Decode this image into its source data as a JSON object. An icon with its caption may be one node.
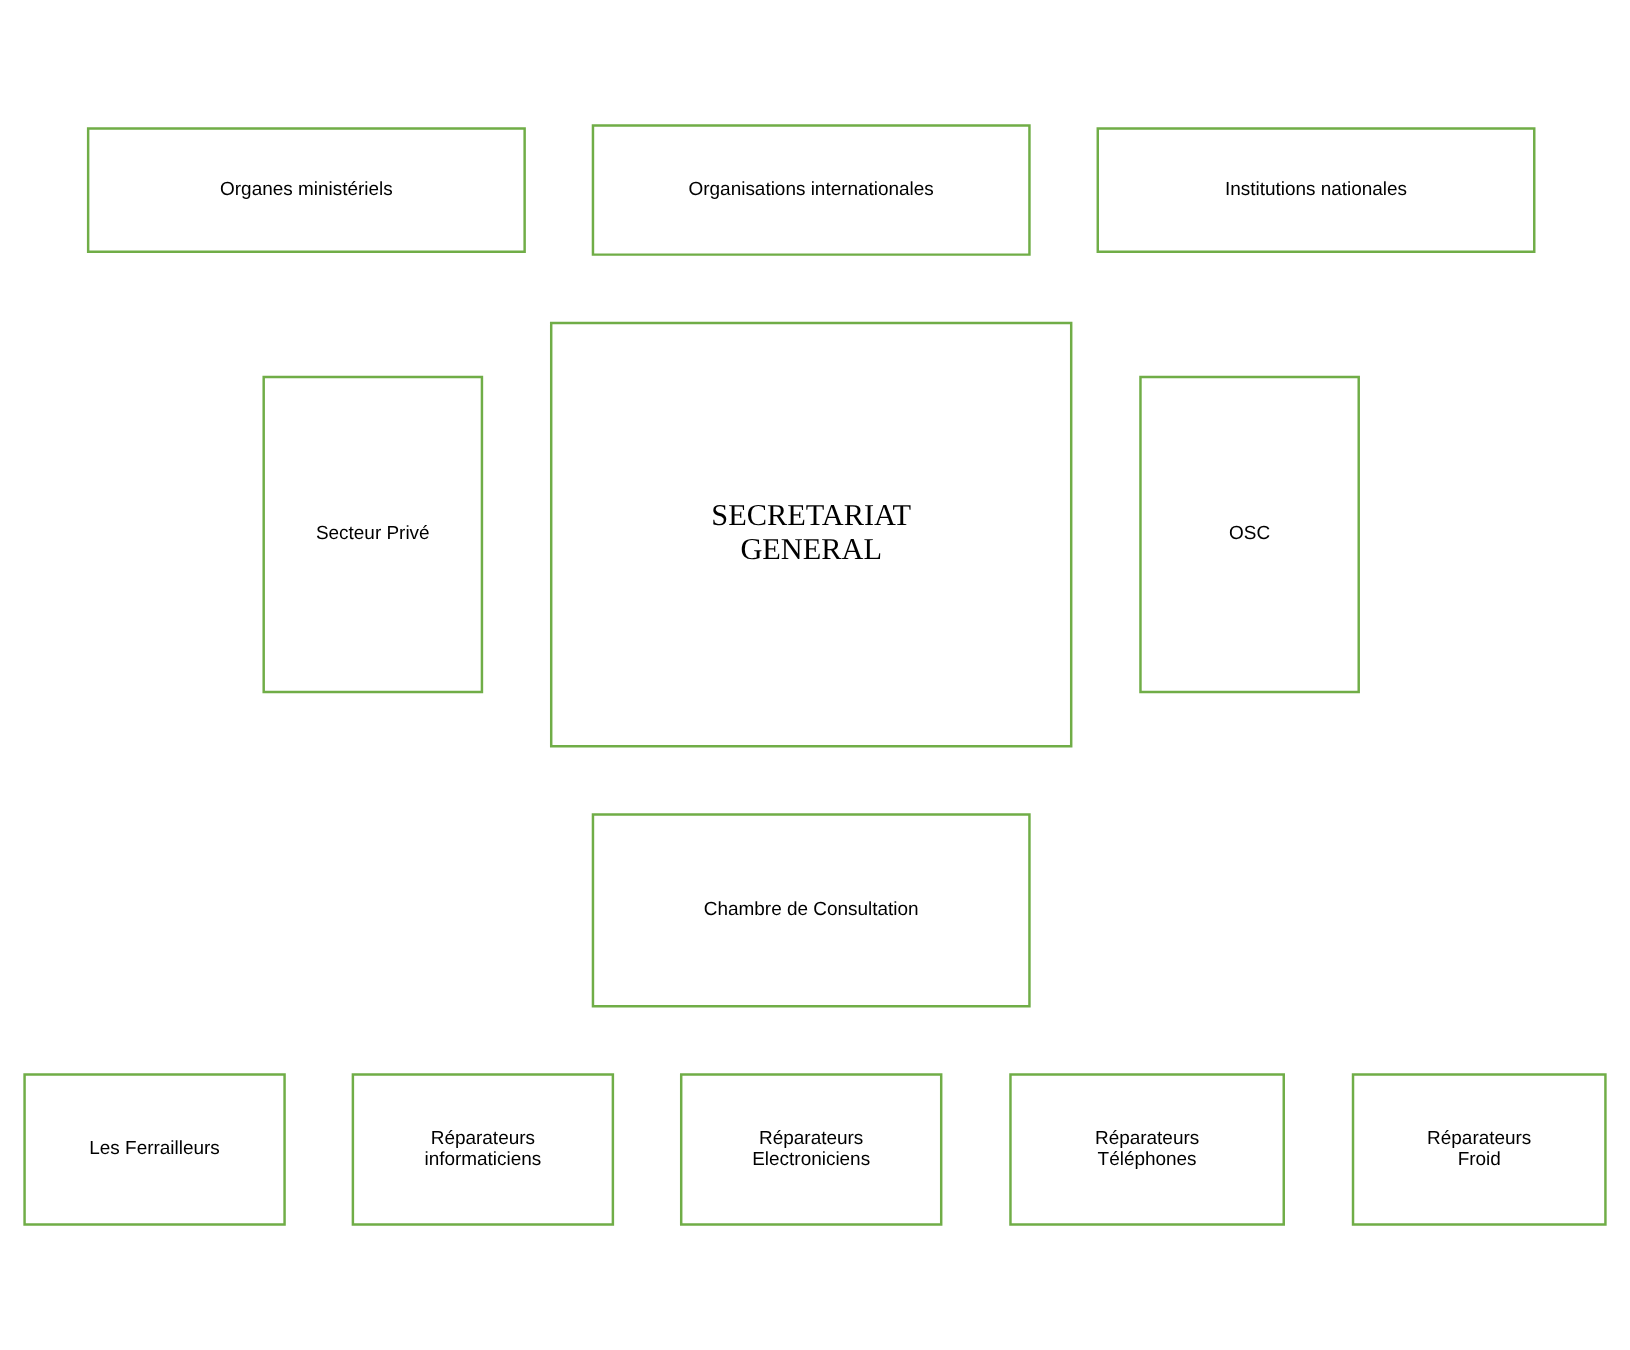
{
  "diagram": {
    "nodes": [
      {
        "text": [
          "Organes ministériels"
        ]
      },
      {
        "text": [
          "Organisations internationales"
        ]
      },
      {
        "text": [
          "Institutions nationales"
        ]
      },
      {
        "text": [
          "Secteur Privé"
        ]
      },
      {
        "text": [
          "SECRETARIAT GENERAL"
        ]
      },
      {
        "text": [
          "OSC"
        ]
      },
      {
        "text": [
          "Chambre de Consultation"
        ]
      },
      {
        "text": [
          "Les Ferrailleurs"
        ]
      },
      {
        "text": [
          "Réparateurs informaticiens"
        ]
      },
      {
        "text": [
          "Réparateurs Electroniciens"
        ]
      },
      {
        "text": [
          "Réparateurs Téléphones"
        ]
      },
      {
        "text": [
          "Réparateurs Froid"
        ]
      }
    ]
  }
}
